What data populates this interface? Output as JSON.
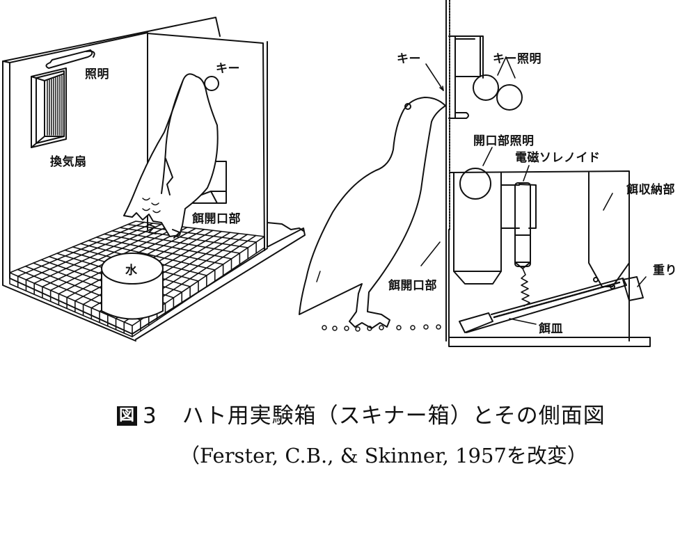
{
  "figure": {
    "left_view": {
      "labels": {
        "lighting": "照明",
        "fan": "換気扇",
        "key": "キー",
        "feeder_opening": "餌開口部",
        "water": "水"
      }
    },
    "right_view": {
      "labels": {
        "key": "キー",
        "key_lighting": "キー照明",
        "opening_lighting": "開口部照明",
        "solenoid": "電磁ソレノイド",
        "feed_storage": "餌収納部",
        "feeder_opening": "餌開口部",
        "weight": "重り",
        "feed_tray": "餌皿"
      }
    }
  },
  "caption": {
    "figure_mark": "図",
    "figure_number": "3",
    "title": "ハト用実験箱（スキナー箱）とその側面図",
    "source": "（Ferster, C.B., & Skinner, 1957を改変）"
  }
}
